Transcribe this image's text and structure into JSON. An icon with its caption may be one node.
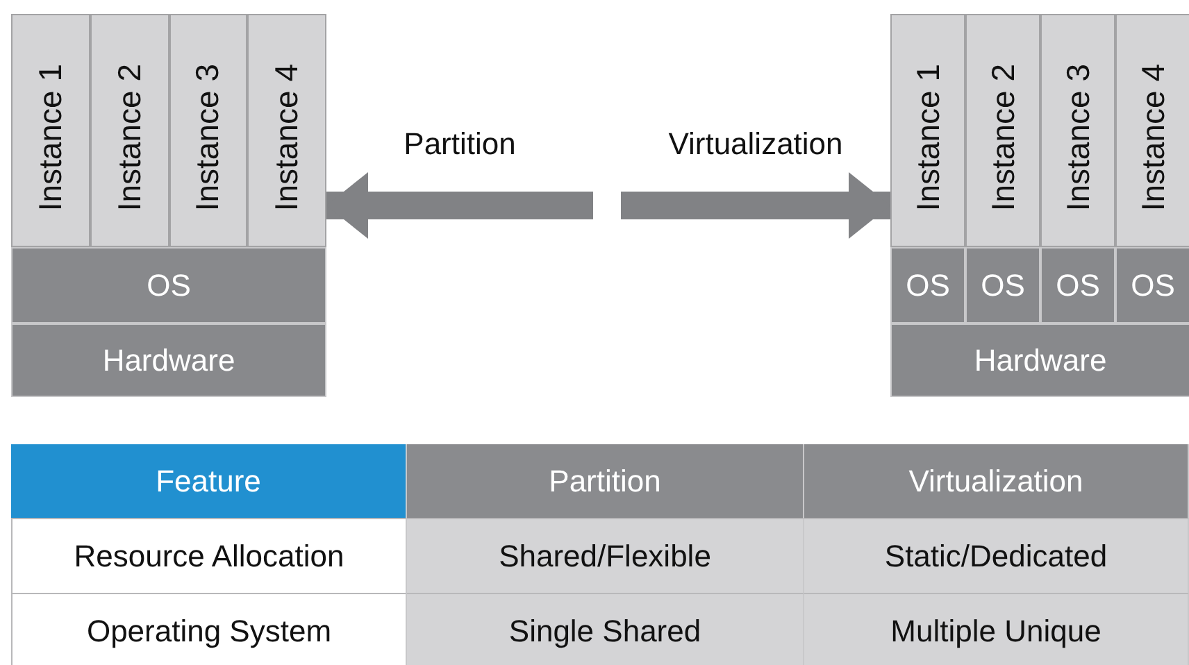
{
  "diagram": {
    "nodes": [
      {
        "text": [
          "Instance 1"
        ]
      },
      {
        "text": [
          "Instance 2"
        ]
      },
      {
        "text": [
          "Instance 3"
        ]
      },
      {
        "text": [
          "Instance 4"
        ]
      },
      {
        "text": [
          "OS"
        ]
      },
      {
        "text": [
          "Hardware"
        ]
      },
      {
        "text": [
          "Instance 1"
        ]
      },
      {
        "text": [
          "Instance 2"
        ]
      },
      {
        "text": [
          "Instance 3"
        ]
      },
      {
        "text": [
          "Instance 4"
        ]
      },
      {
        "text": [
          "OS"
        ]
      },
      {
        "text": [
          "OS"
        ]
      },
      {
        "text": [
          "OS"
        ]
      },
      {
        "text": [
          "OS"
        ]
      },
      {
        "text": [
          "Hardware"
        ]
      }
    ],
    "edges": [
      {
        "from": null,
        "to": 3,
        "arrow": "to",
        "label": "Partition"
      },
      {
        "from": null,
        "to": 6,
        "arrow": "to",
        "label": "Virtualization"
      }
    ],
    "labels": [
      "Feature",
      "Partition",
      "Virtualization",
      "Resource Allocation",
      "Shared/Flexible",
      "Static/Dedicated",
      "Operating System",
      "Single Shared",
      "Multiple Unique"
    ]
  }
}
